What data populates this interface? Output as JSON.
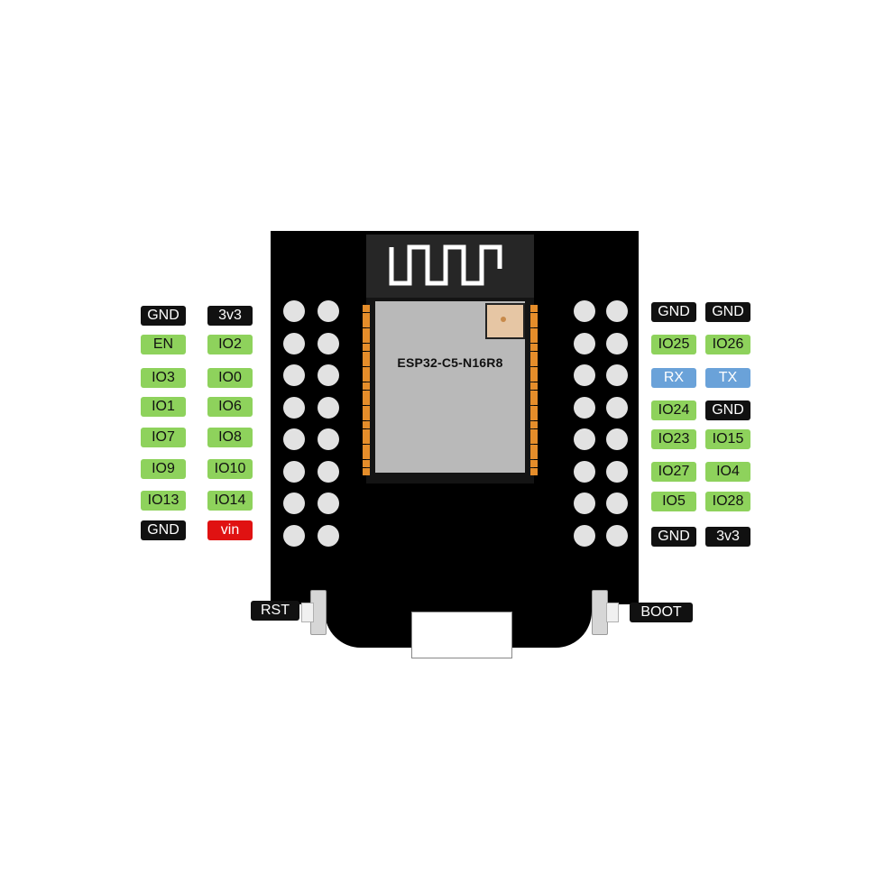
{
  "module": {
    "name": "ESP32-C5-N16R8"
  },
  "left_pins": [
    [
      "GND",
      "3v3"
    ],
    [
      "EN",
      "IO2"
    ],
    [
      "IO3",
      "IO0"
    ],
    [
      "IO1",
      "IO6"
    ],
    [
      "IO7",
      "IO8"
    ],
    [
      "IO9",
      "IO10"
    ],
    [
      "IO13",
      "IO14"
    ],
    [
      "GND",
      "vin"
    ]
  ],
  "right_pins": [
    [
      "GND",
      "GND"
    ],
    [
      "IO25",
      "IO26"
    ],
    [
      "RX",
      "TX"
    ],
    [
      "IO24",
      "GND"
    ],
    [
      "IO23",
      "IO15"
    ],
    [
      "IO27",
      "IO4"
    ],
    [
      "IO5",
      "IO28"
    ],
    [
      "GND",
      "3v3"
    ]
  ],
  "buttons": {
    "rst": "RST",
    "boot": "BOOT"
  },
  "colors": {
    "power_ground": "#111111",
    "gpio": "#8ed25c",
    "uart": "#6aa2d9",
    "vin": "#e01212",
    "board": "#000000",
    "castellation": "#e58d2a"
  }
}
